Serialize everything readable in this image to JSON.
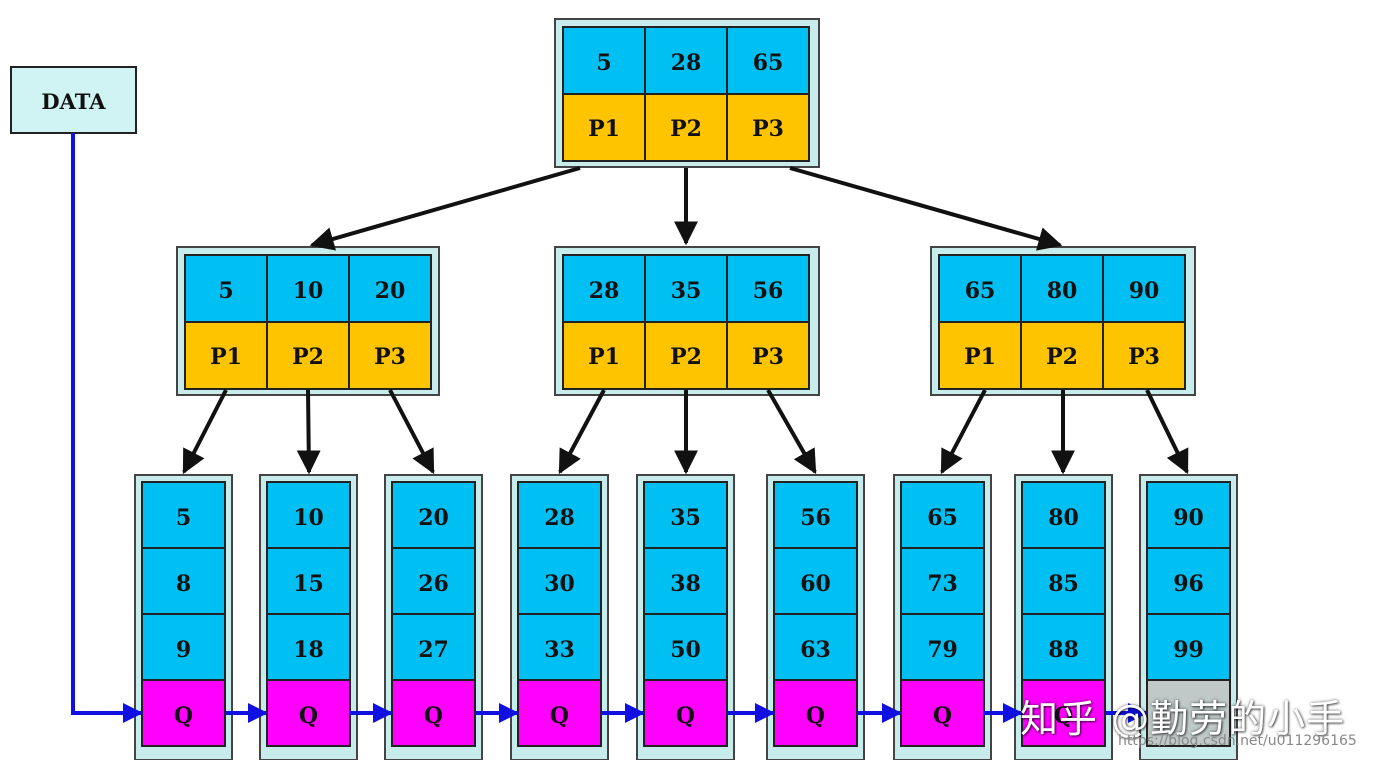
{
  "colors": {
    "key_cell": "#00bff2",
    "pointer_cell": "#ffc400",
    "q_cell": "#ff00ff",
    "empty_cell": "#c0c8c8",
    "node_frame": "#c8ecec",
    "cell_border": "#222222",
    "edge": "#111111",
    "chain": "#1010e0",
    "data_box": "#d0f4f4"
  },
  "data_box": {
    "label": "DATA"
  },
  "root": {
    "keys": [
      "5",
      "28",
      "65"
    ],
    "pointers": [
      "P1",
      "P2",
      "P3"
    ]
  },
  "internal": [
    {
      "keys": [
        "5",
        "10",
        "20"
      ],
      "pointers": [
        "P1",
        "P2",
        "P3"
      ]
    },
    {
      "keys": [
        "28",
        "35",
        "56"
      ],
      "pointers": [
        "P1",
        "P2",
        "P3"
      ]
    },
    {
      "keys": [
        "65",
        "80",
        "90"
      ],
      "pointers": [
        "P1",
        "P2",
        "P3"
      ]
    }
  ],
  "leaves": [
    {
      "keys": [
        "5",
        "8",
        "9"
      ],
      "link": "Q"
    },
    {
      "keys": [
        "10",
        "15",
        "18"
      ],
      "link": "Q"
    },
    {
      "keys": [
        "20",
        "26",
        "27"
      ],
      "link": "Q"
    },
    {
      "keys": [
        "28",
        "30",
        "33"
      ],
      "link": "Q"
    },
    {
      "keys": [
        "35",
        "38",
        "50"
      ],
      "link": "Q"
    },
    {
      "keys": [
        "56",
        "60",
        "63"
      ],
      "link": "Q"
    },
    {
      "keys": [
        "65",
        "73",
        "79"
      ],
      "link": "Q"
    },
    {
      "keys": [
        "80",
        "85",
        "88"
      ],
      "link": "Q"
    },
    {
      "keys": [
        "90",
        "96",
        "99"
      ],
      "link": ""
    }
  ],
  "watermark": {
    "text": "知乎 @勤劳的小手",
    "url": "https://blog.csdn.net/u011296165"
  }
}
